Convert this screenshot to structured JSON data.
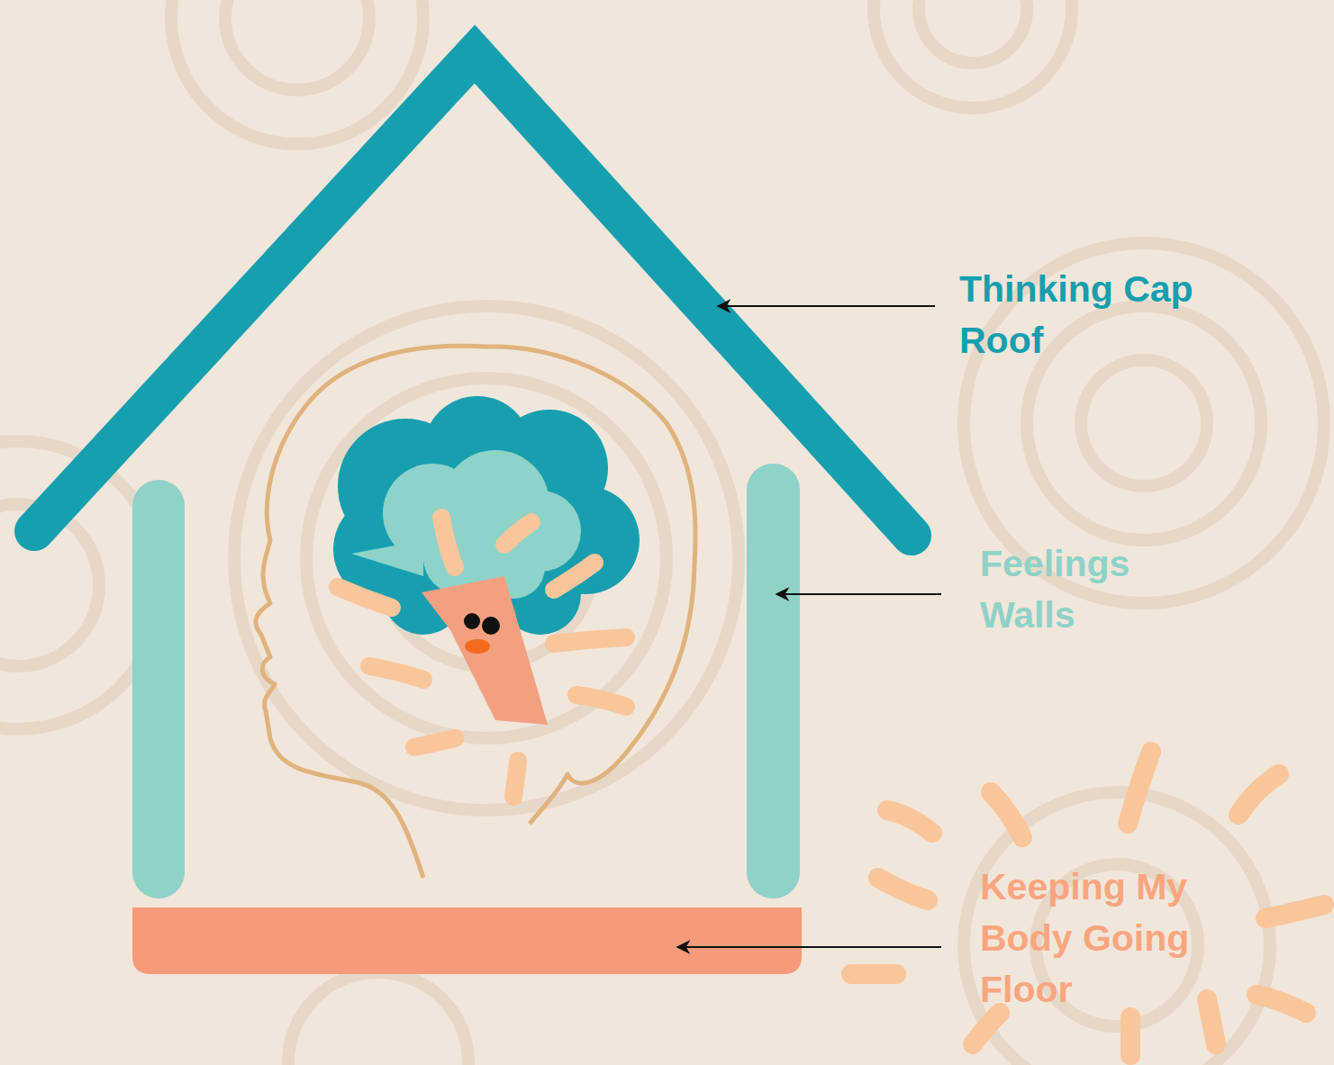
{
  "diagram": {
    "labels": [
      "Thinking Cap Roof",
      "Feelings Walls",
      "Keeping My Body Going Floor"
    ]
  }
}
